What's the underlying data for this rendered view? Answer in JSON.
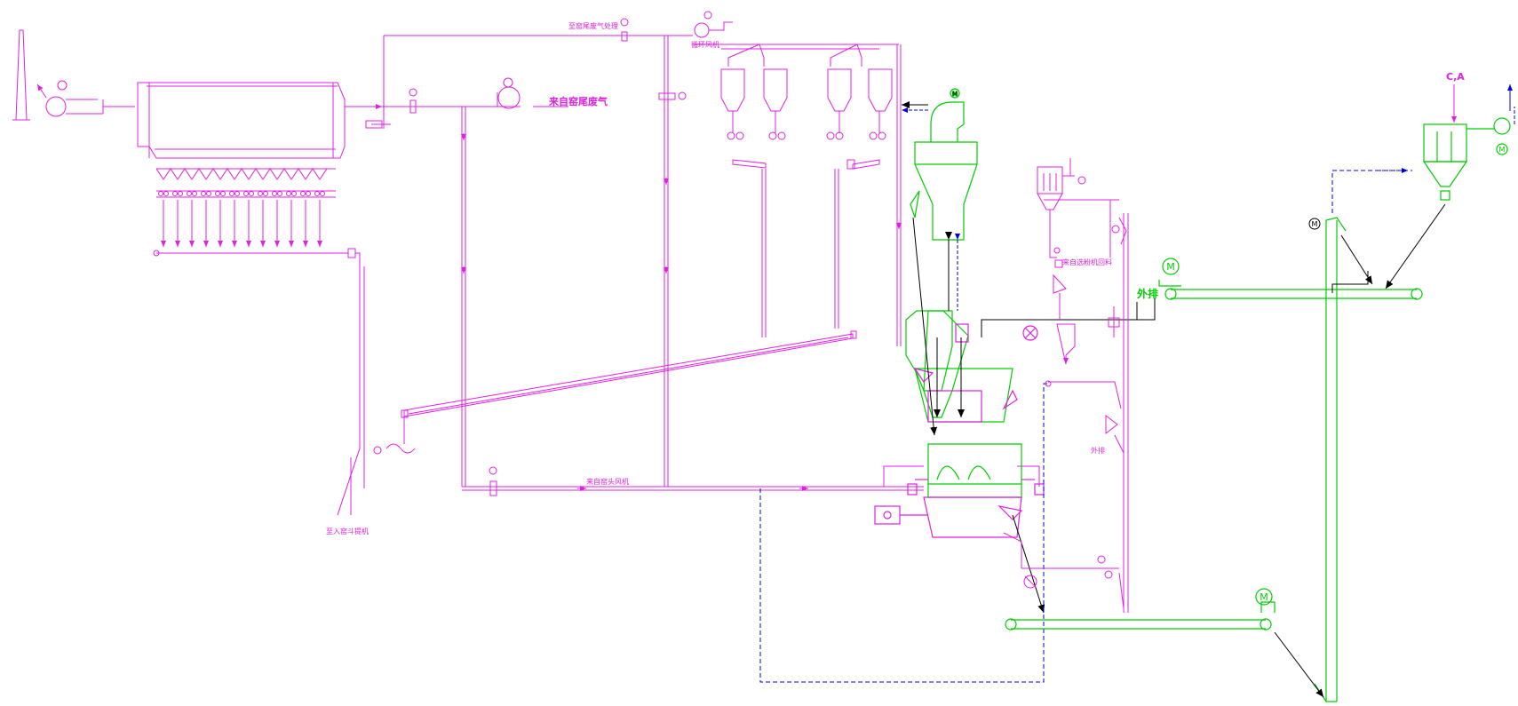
{
  "labels": {
    "waste_gas_in": "来自窑尾废气",
    "external_discharge": "外排",
    "ca": "C,A",
    "to_elevator": "至入窑斗提机",
    "hot_air_from_kiln": "来自窑头风机",
    "top_fan_note": "至窑尾废气处理",
    "fan_note": "循环风机",
    "separator_note": "来自选粉机回料",
    "stone_discharge": "外排"
  },
  "colors": {
    "process_line": "#e020e0",
    "equipment": "#00cc00",
    "material_flow": "#000000",
    "air_duct": "#0000dd"
  },
  "motor_symbol": "M"
}
